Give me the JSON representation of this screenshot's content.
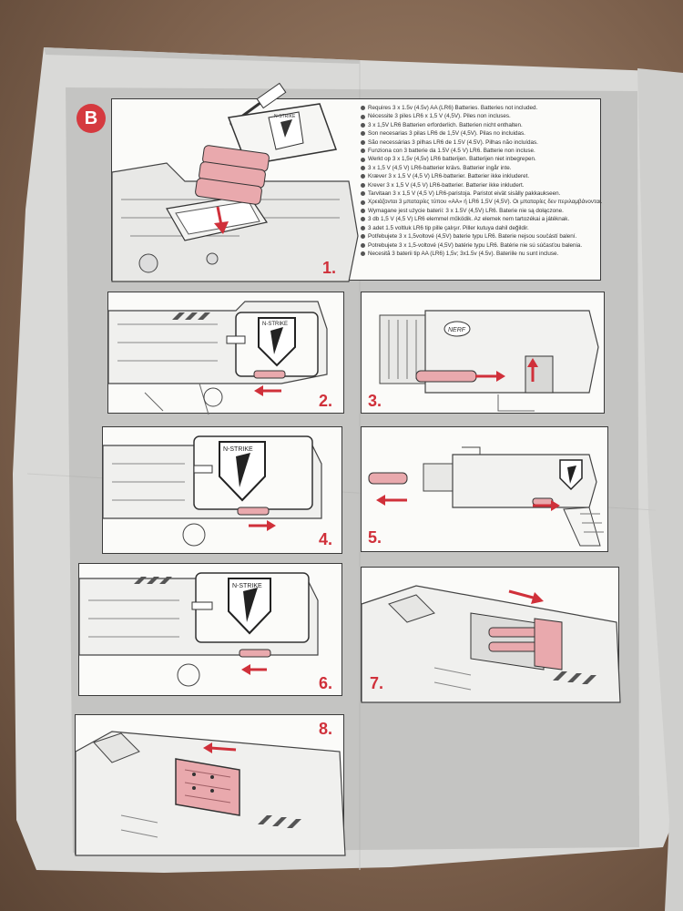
{
  "section_badge": "B",
  "battery_lines": [
    "Requires 3 x 1.5v (4.5v) AA (LR6) Batteries. Batteries not included.",
    "Nécessite 3 piles LR6 x 1,5 V (4,5V). Piles non incluses.",
    "3 x 1,5V LR6 Batterien erforderlich. Batterien nicht enthalten.",
    "Son necesarias 3 pilas LR6 de 1,5V (4,5V). Pilas no incluidas.",
    "São necessárias 3 pilhas LR6 de 1.5V (4.5V). Pilhas não incluídas.",
    "Funziona con 3 batterie da 1.5V (4.5 V) LR6. Batterie non incluse.",
    "Werkt op 3 x 1,5v (4,5v) LR6 batterijen. Batterijen niet inbegrepen.",
    "3 x 1,5 V (4,5 V) LR6-batterier krävs. Batterier ingår inte.",
    "Kræver 3 x 1,5 V (4,5 V) LR6-batterier. Batterier ikke inkluderet.",
    "Krever 3 x 1,5 V (4,5 V) LR6-batterier. Batterier ikke inkludert.",
    "Tarvitaan 3 x 1,5 V (4,5 V) LR6-paristoja. Paristot eivät sisälly pakkaukseen.",
    "Χρειάζονται 3 μπαταρίες τύπου «AA» ή LR6 1,5V (4,5V). Οι μπαταρίες δεν περιλαμβάνονται.",
    "Wymagane jest użycie baterii: 3 x 1.5V (4,5V) LR6. Baterie nie są dołączone.",
    "3 db 1,5 V (4,5 V) LR6 elemmel működik. Az elemek nem tartozékai a játéknak.",
    "3 adet 1.5 voltluk LR6 tip pille çalışır. Piller kutuya dahil değildir.",
    "Potřebujete 3 x 1,5voltové (4,5V) baterie typu LR6. Baterie nejsou součástí balení.",
    "Potrebujete 3 x 1,5-voltové (4,5V) batérie typu LR6. Batérie nie sú súčasťou balenia.",
    "Necesită 3 baterii tip AA (LR6) 1,5v; 3x1.5v (4.5v). Bateriile nu sunt incluse."
  ],
  "steps": [
    "1.",
    "2.",
    "3.",
    "4.",
    "5.",
    "6.",
    "7.",
    "8."
  ],
  "logos": {
    "n_strike": "N-STRIKE",
    "nerf": "NERF"
  },
  "colors": {
    "accent": "#d0303a",
    "highlight": "#e9a9ad",
    "paper": "#dcdcda",
    "ink": "#333333"
  }
}
